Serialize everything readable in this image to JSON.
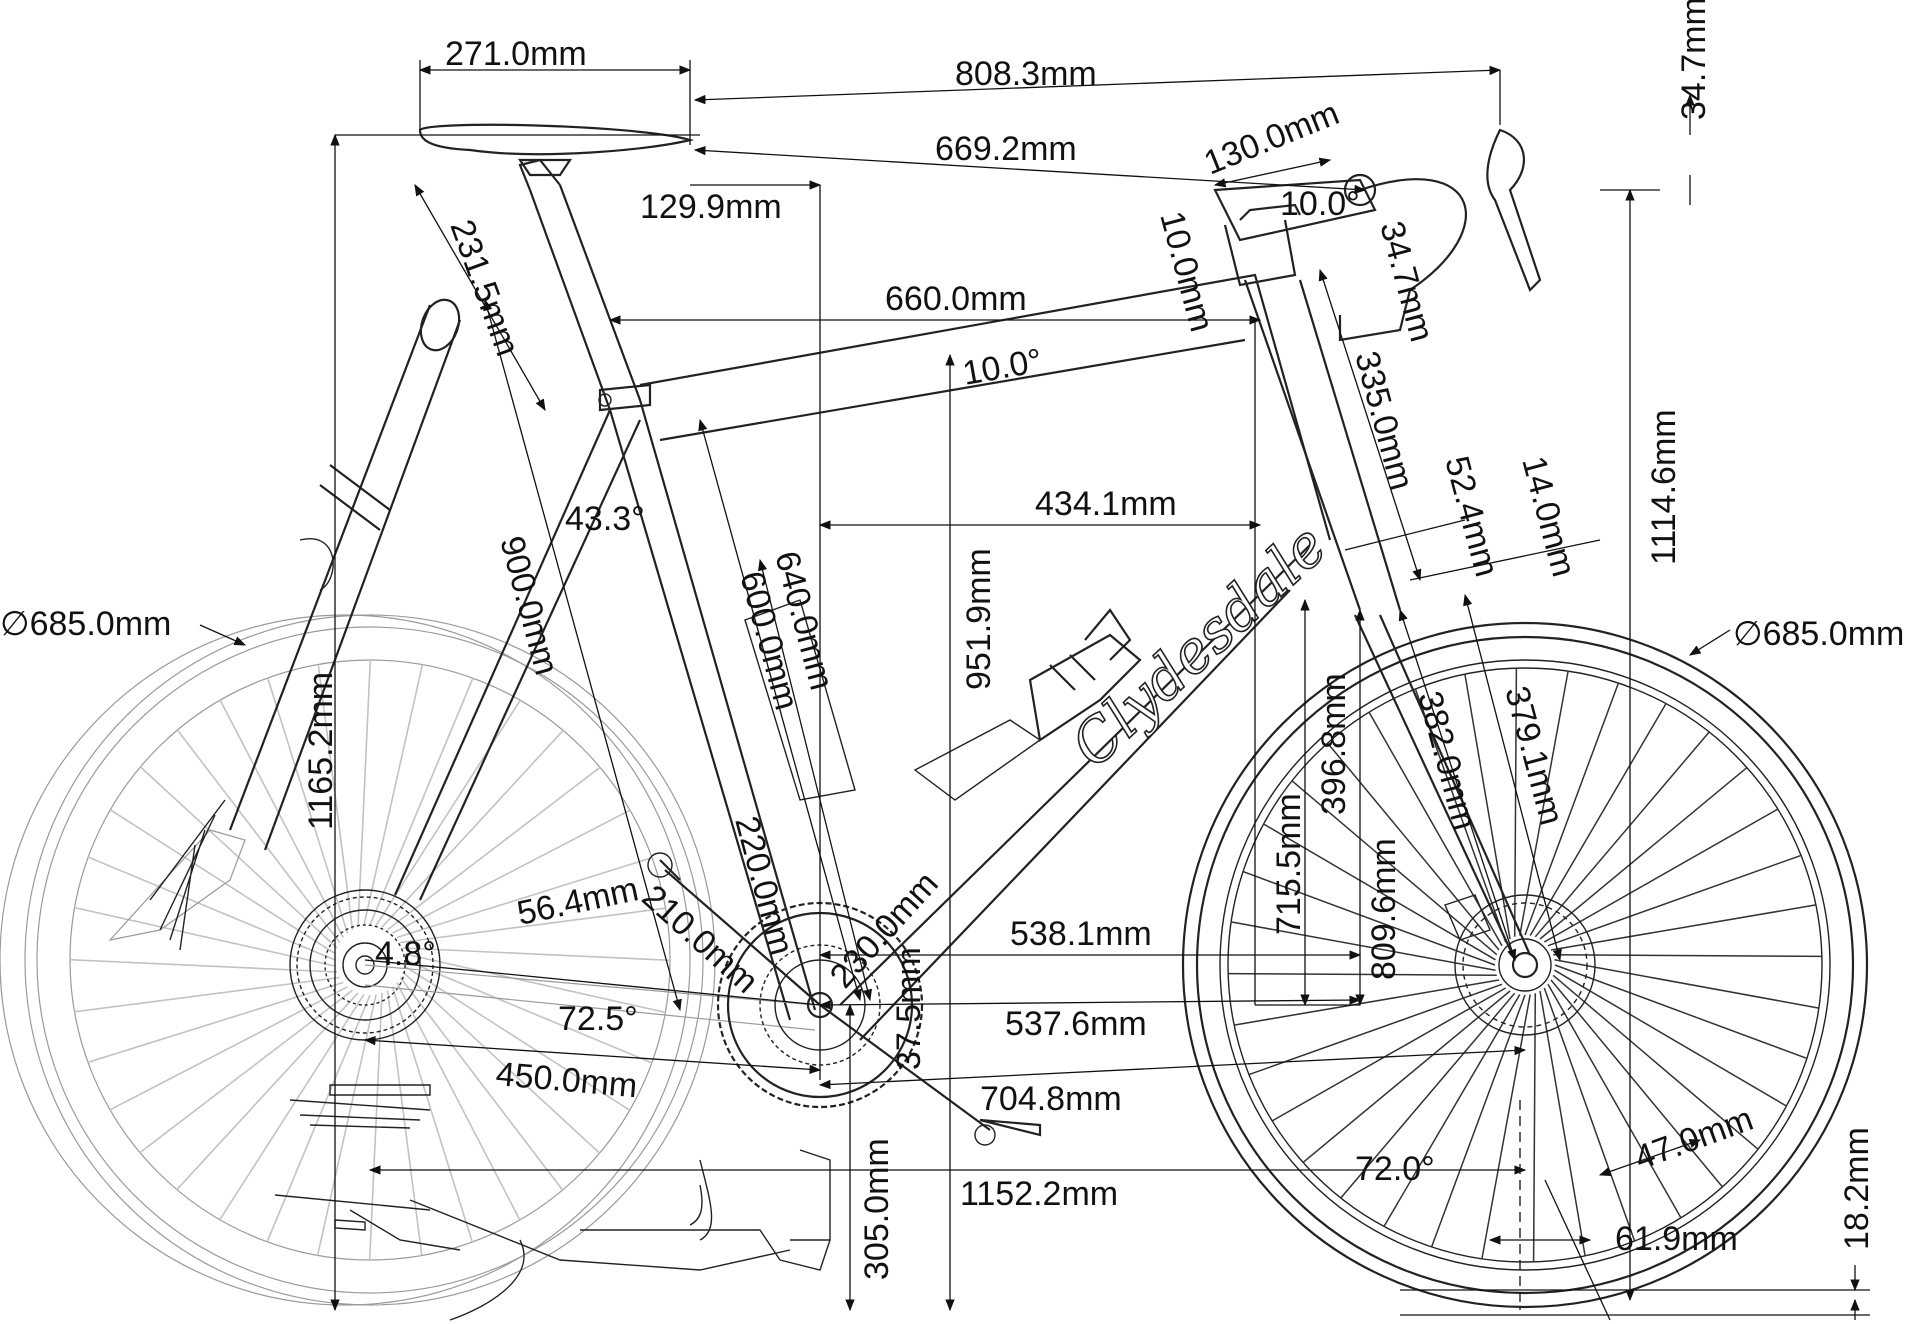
{
  "brand": "Clydesdale",
  "palette": {
    "line": "#222222",
    "ghost": "#9a9a9a",
    "background": "#ffffff"
  },
  "dimensions": {
    "saddle_length": "271.0mm",
    "saddle_to_bar": "808.3mm",
    "bar_drop_right": "34.7mm",
    "reach_saddle_bar": "669.2mm",
    "stem_length": "130.0mm",
    "setback": "129.9mm",
    "stem_angle": "10.0°",
    "spacer_height": "10.0mm",
    "headset_stack": "34.7mm",
    "effective_top_tube": "660.0mm",
    "seatpost_exposed": "231.5mm",
    "top_tube_slope": "10.0°",
    "head_tube": "335.0mm",
    "rear_wheel_dia": "∅685.0mm",
    "front_wheel_dia": "∅685.0mm",
    "seat_tube_center": "640.0mm",
    "seat_tube_top": "600.0mm",
    "seat_stay_angle": "43.3°",
    "saddle_height": "900.0mm",
    "reach": "434.1mm",
    "stack_to_saddle": "951.9mm",
    "fork_offset_a": "52.4mm",
    "fork_offset_b": "14.0mm",
    "bar_height": "1114.6mm",
    "saddle_ground": "1165.2mm",
    "bb_to_head": "396.8mm",
    "fork_length": "382.0mm",
    "axle_crown": "379.1mm",
    "crank_to_pedal": "56.4mm",
    "chainstay_drop_line": "220.0mm",
    "crank_length": "210.0mm",
    "chainring_line": "230.0mm",
    "stack": "715.5mm",
    "head_height": "809.6mm",
    "front_center_a": "538.1mm",
    "front_center_b": "537.6mm",
    "rear_angle": "4.8°",
    "seat_angle": "72.5°",
    "bb_drop": "37.5mm",
    "chainstay": "450.0mm",
    "toe_overlap": "704.8mm",
    "bb_height": "305.0mm",
    "wheelbase": "1152.2mm",
    "head_angle": "72.0°",
    "trail": "61.9mm",
    "fork_rake": "47.0mm",
    "tire_clearance": "18.2mm"
  }
}
